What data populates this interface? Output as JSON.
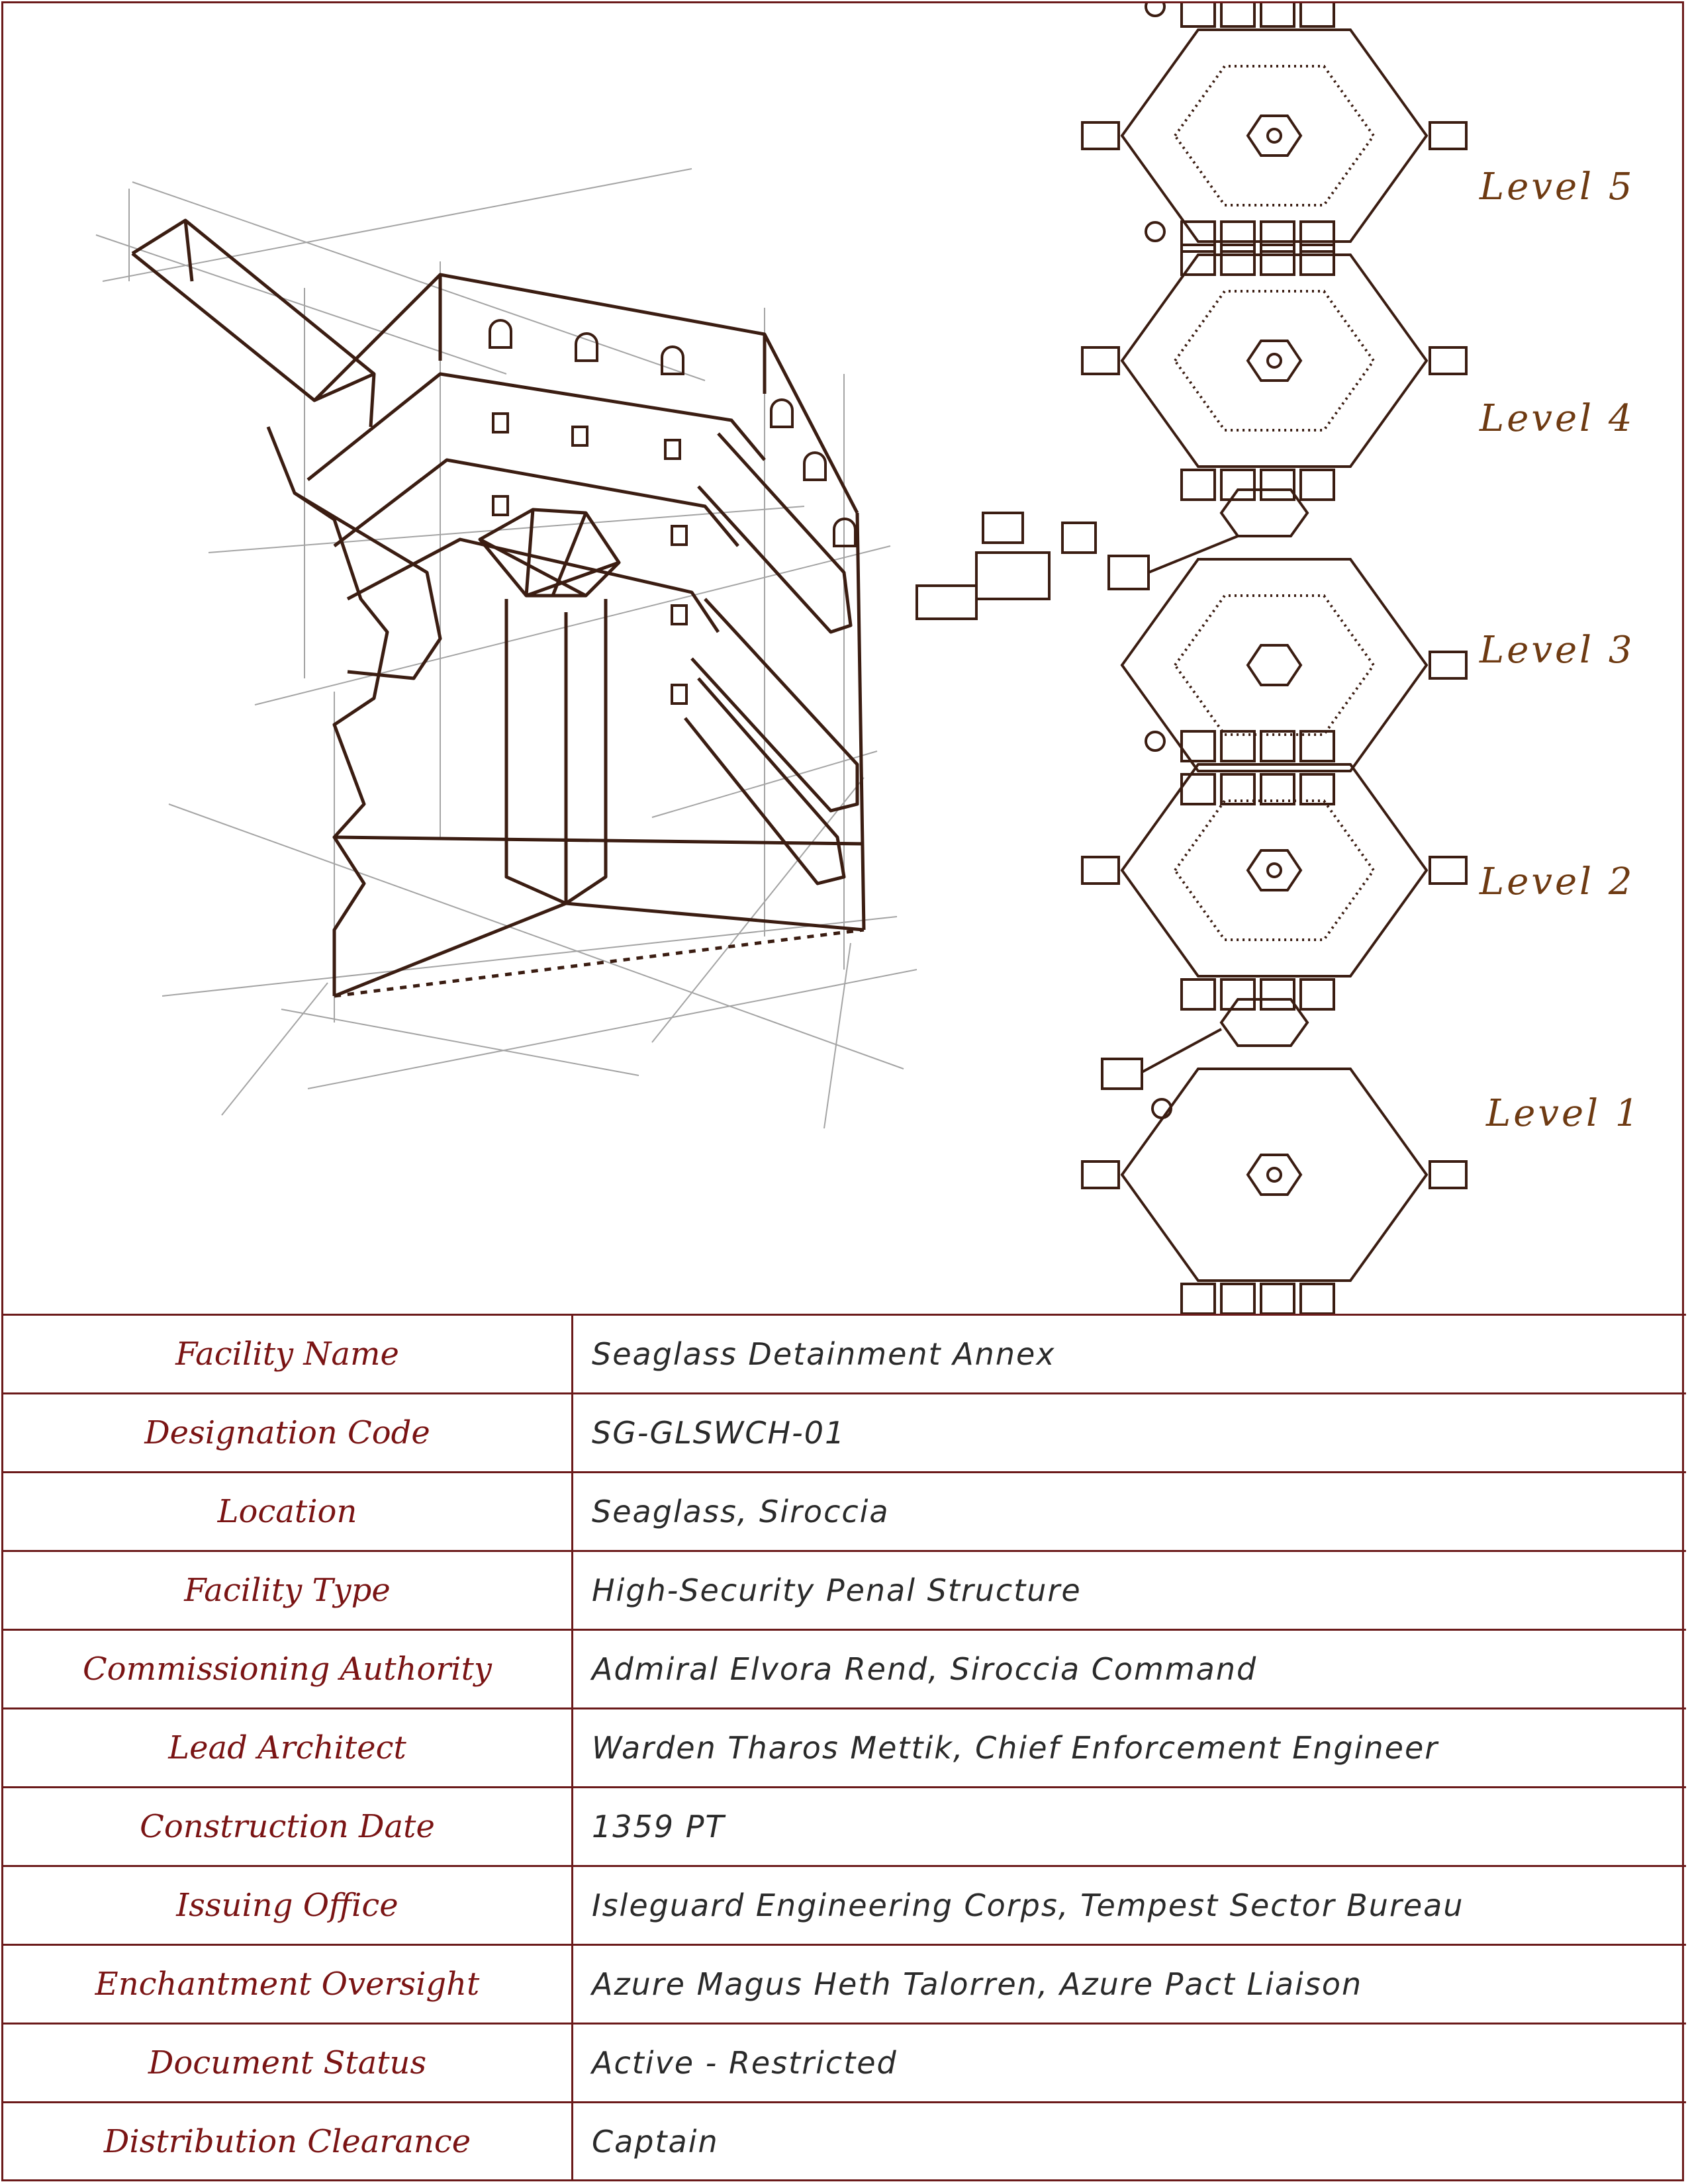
{
  "levels": [
    "Level 5",
    "Level 4",
    "Level 3",
    "Level 2",
    "Level 1"
  ],
  "rows": [
    {
      "label": "Facility Name",
      "value": "Seaglass Detainment Annex"
    },
    {
      "label": "Designation Code",
      "value": "SG-GLSWCH-01"
    },
    {
      "label": "Location",
      "value": "Seaglass, Siroccia"
    },
    {
      "label": "Facility Type",
      "value": "High-Security Penal Structure"
    },
    {
      "label": "Commissioning Authority",
      "value": "Admiral Elvora Rend, Siroccia Command"
    },
    {
      "label": "Lead Architect",
      "value": "Warden Tharos Mettik, Chief Enforcement Engineer"
    },
    {
      "label": "Construction Date",
      "value": "1359 PT"
    },
    {
      "label": "Issuing Office",
      "value": "Isleguard Engineering Corps, Tempest Sector Bureau"
    },
    {
      "label": "Enchantment Oversight",
      "value": "Azure Magus Heth Talorren, Azure Pact Liaison"
    },
    {
      "label": "Document Status",
      "value": "Active - Restricted"
    },
    {
      "label": "Distribution Clearance",
      "value": "Captain"
    }
  ],
  "colors": {
    "border": "#6b1a1a",
    "label": "#7a1414",
    "ink": "#3b1d12",
    "level": "#6e3a12",
    "pencil": "#9a9a9a"
  }
}
